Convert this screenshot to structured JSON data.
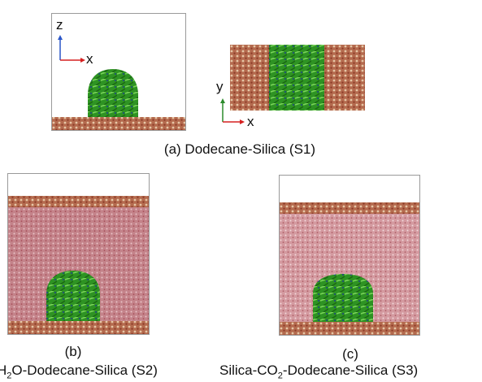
{
  "panel_a": {
    "side_view_axes": {
      "vertical": "z",
      "horizontal": "x"
    },
    "top_view_axes": {
      "vertical": "y",
      "horizontal": "x"
    },
    "caption": "(a) Dodecane-Silica (S1)"
  },
  "panel_b": {
    "caption_line1": "(b)",
    "caption_line2_pre": "H",
    "caption_line2_sub": "2",
    "caption_line2_post": "O-Dodecane-Silica (S2)"
  },
  "panel_c": {
    "caption_line1": "(c)",
    "caption_line2_pre": "Silica-CO",
    "caption_line2_sub": "2",
    "caption_line2_post": "-Dodecane-Silica (S3)"
  },
  "colors": {
    "silica": "#b5634a",
    "dodecane": "#2f9a24",
    "water": "#c98a8f",
    "co2": "#c9797f",
    "axis_x": "#d62020",
    "axis_z": "#2a56c8"
  }
}
